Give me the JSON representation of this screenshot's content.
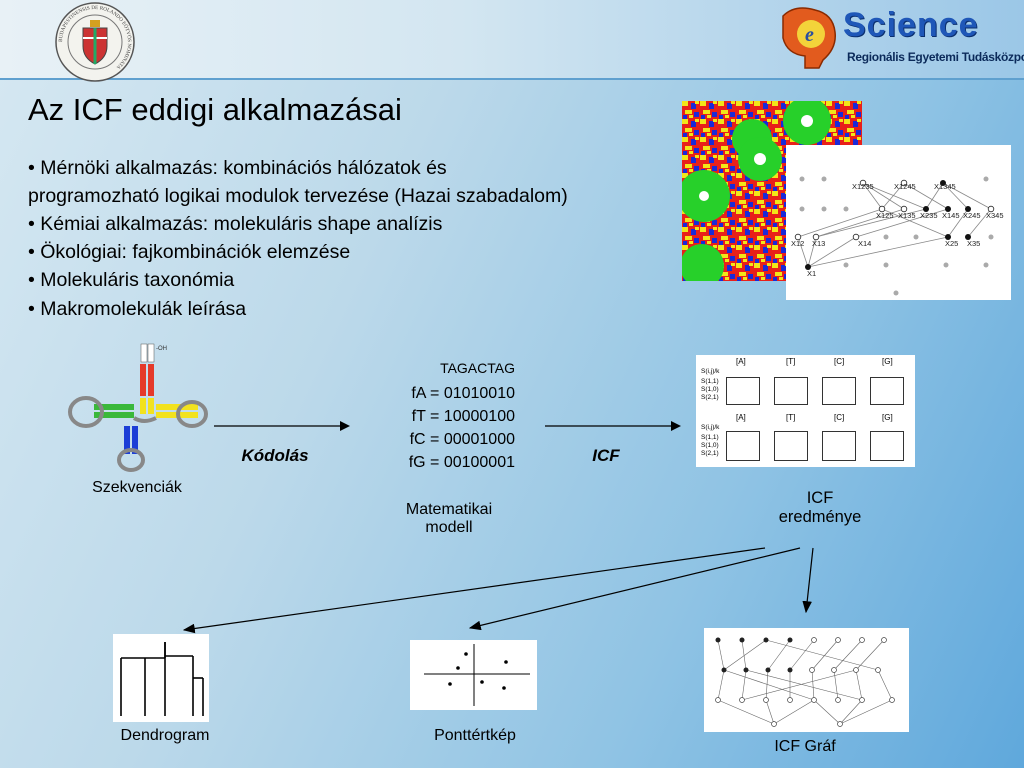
{
  "header": {
    "seal_text": "BUDAPESTINENSIS DE ROLANDO EÖTVÖS NOMINATA",
    "logo_word": "Science",
    "logo_prefix": "e",
    "logo_subtitle": "Regionális Egyetemi Tudásközpont"
  },
  "slide": {
    "title": "Az ICF eddigi alkalmazásai",
    "bullets": [
      "• Mérnöki alkalmazás:  kombinációs hálózatok és",
      "programozható logikai modulok tervezése (Hazai szabadalom)",
      "• Kémiai alkalmazás: molekuláris shape analízis",
      "• Ökológiai: fajkombinációk elemzése",
      "• Molekuláris taxonómia",
      "• Makromolekulák leírása"
    ]
  },
  "lattice": {
    "nodes": [
      "X1235",
      "X1245",
      "X1345",
      "X125",
      "X135",
      "X235",
      "X145",
      "X245",
      "X345",
      "X12",
      "X13",
      "X14",
      "X25",
      "X35",
      "X1"
    ]
  },
  "flow": {
    "sequence_label": "Szekvenciák",
    "arrow1_label": "Kódolás",
    "arrow2_label": "ICF",
    "tagactag": "TAGACTAG",
    "codes": [
      "fA = 01010010",
      "fT = 10000100",
      "fC = 00001000",
      "fG = 00100001"
    ],
    "model_line1": "Matematikai",
    "model_line2": "modell",
    "result_line1": "ICF",
    "result_line2": "eredménye"
  },
  "matrix": {
    "headers": [
      "[A]",
      "[T]",
      "[C]",
      "[G]"
    ],
    "row_header": "S(i,j)/k",
    "rows": [
      "S(1,1)",
      "S(1,0)",
      "S(2,1)"
    ]
  },
  "outputs": {
    "dendrogram": "Dendrogram",
    "scatter": "Ponttértkép",
    "graph": "ICF Gráf"
  },
  "trna": {
    "top_label": "-OH"
  }
}
